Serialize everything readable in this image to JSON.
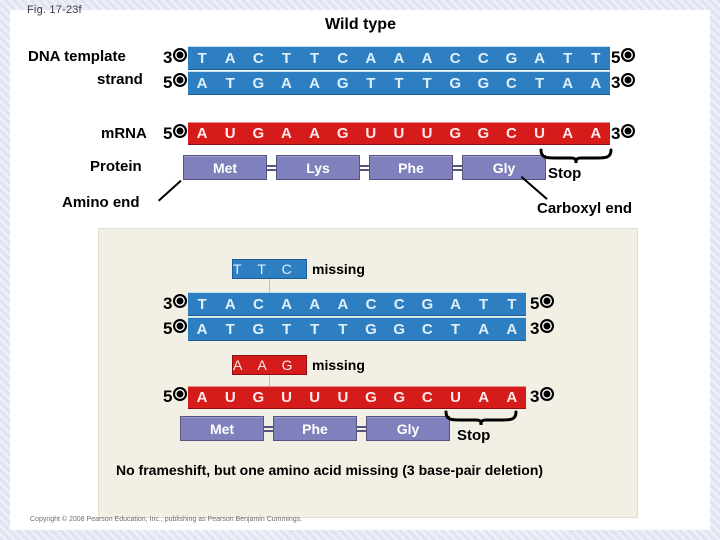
{
  "figure": {
    "fig_label": "Fig. 17-23f",
    "title": "Wild type",
    "copyright": "Copyright © 2008 Pearson Education, Inc., publishing as Pearson Benjamin Cummings."
  },
  "labels": {
    "dna_template_line1": "DNA template",
    "dna_template_line2": "strand",
    "mrna": "mRNA",
    "protein": "Protein",
    "amino_end": "Amino end",
    "carboxyl_end": "Carboxyl end",
    "stop": "Stop",
    "missing": "missing",
    "five_prime": "5",
    "three_prime": "3"
  },
  "wild_type": {
    "dna_template_strand": [
      "T",
      "A",
      "C",
      "T",
      "T",
      "C",
      "A",
      "A",
      "A",
      "C",
      "C",
      "G",
      "A",
      "T",
      "T"
    ],
    "dna_template_left_end": "3",
    "dna_template_right_end": "5",
    "dna_coding_strand": [
      "A",
      "T",
      "G",
      "A",
      "A",
      "G",
      "T",
      "T",
      "T",
      "G",
      "G",
      "C",
      "T",
      "A",
      "A"
    ],
    "dna_coding_left_end": "5",
    "dna_coding_right_end": "3",
    "mrna_strand": [
      "A",
      "U",
      "G",
      "A",
      "A",
      "G",
      "U",
      "U",
      "U",
      "G",
      "G",
      "C",
      "U",
      "A",
      "A"
    ],
    "mrna_left_end": "5",
    "mrna_right_end": "3",
    "protein": [
      "Met",
      "Lys",
      "Phe",
      "Gly"
    ]
  },
  "mutant": {
    "missing_dna_bases": [
      "T",
      "T",
      "C"
    ],
    "missing_dna_word": "missing",
    "dna_template_strand": [
      "T",
      "A",
      "C",
      "A",
      "A",
      "A",
      "C",
      "C",
      "G",
      "A",
      "T",
      "T"
    ],
    "dna_template_left_end": "3",
    "dna_template_right_end": "5",
    "dna_coding_strand": [
      "A",
      "T",
      "G",
      "T",
      "T",
      "T",
      "G",
      "G",
      "C",
      "T",
      "A",
      "A"
    ],
    "dna_coding_left_end": "5",
    "dna_coding_right_end": "3",
    "missing_rna_bases": [
      "A",
      "A",
      "G"
    ],
    "missing_rna_word": "missing",
    "mrna_strand": [
      "A",
      "U",
      "G",
      "U",
      "U",
      "U",
      "G",
      "G",
      "C",
      "U",
      "A",
      "A"
    ],
    "mrna_left_end": "5",
    "mrna_right_end": "3",
    "protein": [
      "Met",
      "Phe",
      "Gly"
    ],
    "stop": "Stop",
    "caption": "No frameshift, but one amino acid missing (3 base-pair deletion)"
  },
  "colors": {
    "dna_blue": "#2e7fc2",
    "mrna_red": "#d61b1b",
    "protein_purple": "#8080bd",
    "panel_bg": "#f2efe4",
    "border_lavender": "#e3e6f4"
  }
}
